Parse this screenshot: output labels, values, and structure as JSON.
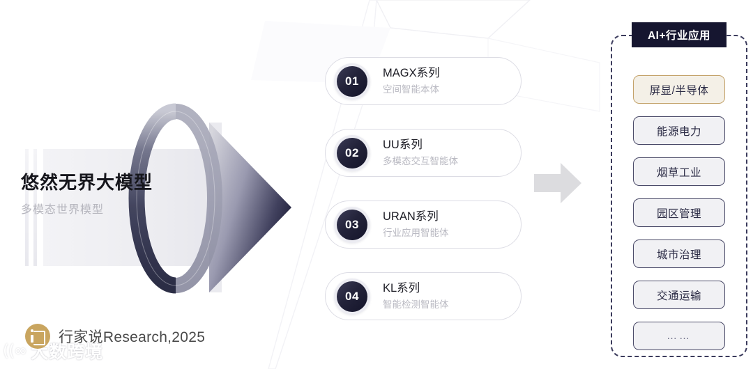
{
  "left": {
    "title": "悠然无界大模型",
    "subtitle": "多模态世界模型",
    "arrow_icon": "big-gradient-arrow",
    "ring_icon": "gradient-torus-ring"
  },
  "cards": [
    {
      "number": "01",
      "title": "MAGX系列",
      "subtitle": "空间智能本体"
    },
    {
      "number": "02",
      "title": "UU系列",
      "subtitle": "多模态交互智能体"
    },
    {
      "number": "03",
      "title": "URAN系列",
      "subtitle": "行业应用智能体"
    },
    {
      "number": "04",
      "title": "KL系列",
      "subtitle": "智能检测智能体"
    }
  ],
  "connector": {
    "icon": "right-arrow-icon"
  },
  "panel": {
    "header": "AI+行业应用",
    "items": [
      {
        "label": "屏显/半导体",
        "highlight": true
      },
      {
        "label": "能源电力",
        "highlight": false
      },
      {
        "label": "烟草工业",
        "highlight": false
      },
      {
        "label": "园区管理",
        "highlight": false
      },
      {
        "label": "城市治理",
        "highlight": false
      },
      {
        "label": "交通运输",
        "highlight": false
      },
      {
        "label": "……",
        "highlight": false
      }
    ]
  },
  "footer": {
    "source": "行家说Research,2025",
    "logo_icon": "hangjiashuo-logo-icon",
    "watermark": "大数跨境",
    "watermark_mark": "((∞"
  },
  "colors": {
    "accent_gold": "#c3a269",
    "panel_border": "#3b3b5c",
    "header_bg": "#161630",
    "chip_bg": "#f1f1f4",
    "badge_dark": "#14142a",
    "title_dark": "#16161c",
    "subtitle_gray": "#b6b6be",
    "logo_gold": "#c9a55f"
  }
}
